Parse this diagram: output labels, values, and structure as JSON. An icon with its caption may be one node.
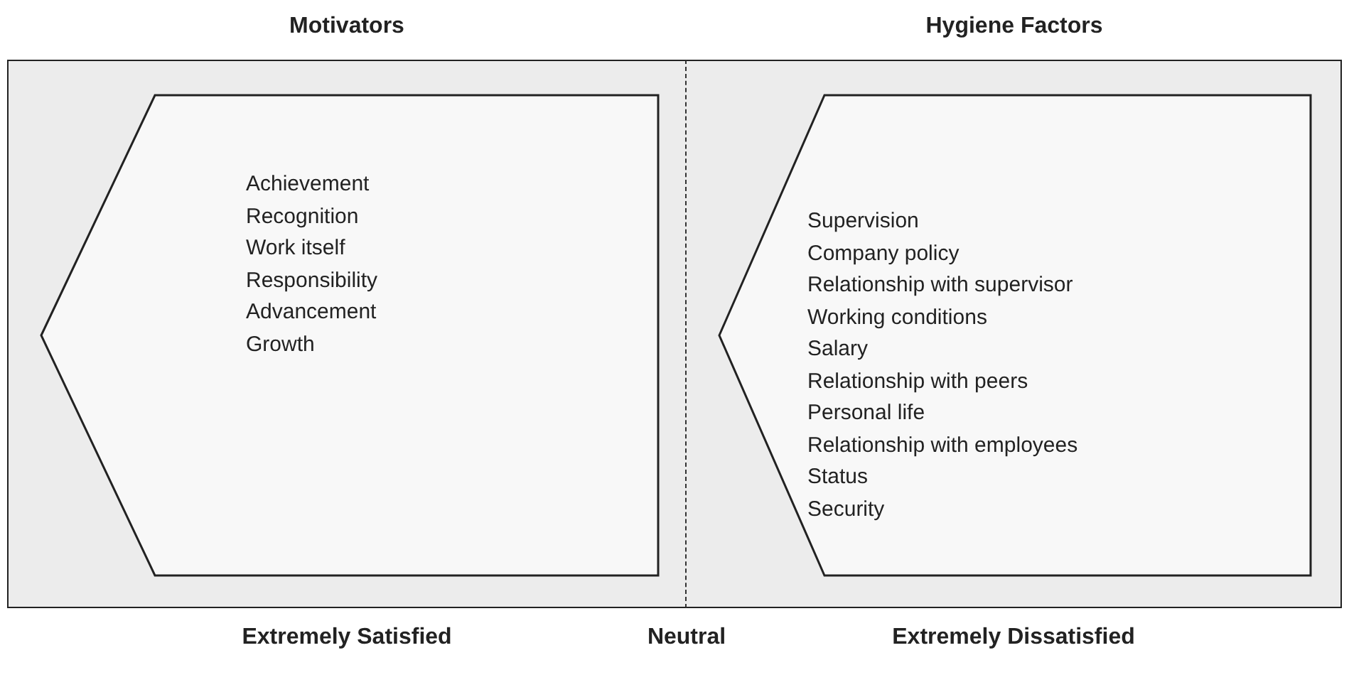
{
  "diagram": {
    "nodes": [
      {
        "text": [
          "Motivators"
        ]
      },
      {
        "text": [
          "Achievement",
          "Recognition",
          "Work itself",
          "Responsibility",
          "Advancement",
          "Growth"
        ],
        "in": 0
      },
      {
        "text": [
          "Hygiene Factors"
        ]
      },
      {
        "text": [
          "Supervision",
          "Company policy",
          "Relationship with supervisor",
          "Working conditions",
          "Salary",
          "Relationship with peers",
          "Personal life",
          "Relationship with employees",
          "Status",
          "Security"
        ],
        "in": 2
      }
    ],
    "labels": [
      "Extremely Satisfied",
      "Neutral",
      "Extremely Dissatisfied"
    ]
  }
}
